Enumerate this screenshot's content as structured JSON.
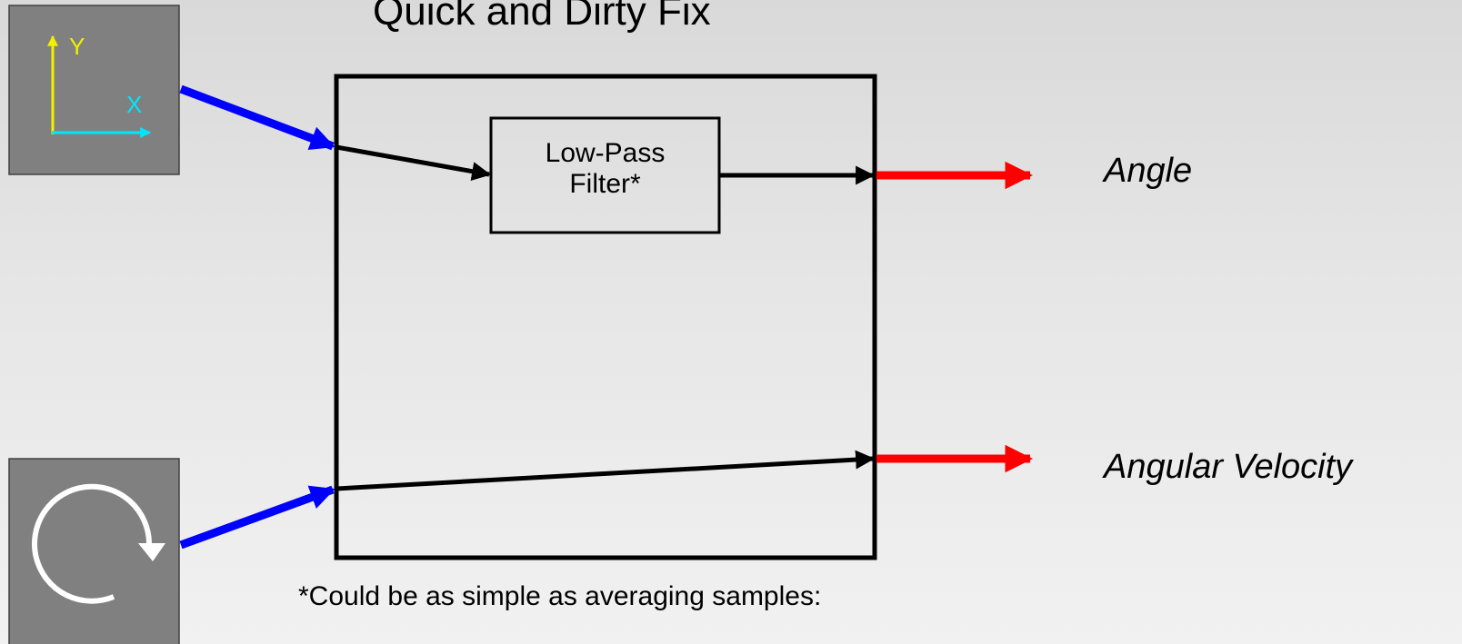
{
  "title": "Quick and Dirty Fix",
  "filter": {
    "line1": "Low-Pass",
    "line2": "Filter*"
  },
  "outputs": {
    "angle": "Angle",
    "angular_velocity": "Angular Velocity"
  },
  "accelerometer": {
    "y_label": "Y",
    "x_label": "X"
  },
  "footnote": "*Could be as simple as averaging samples:",
  "colors": {
    "input_arrow": "#0000ff",
    "output_arrow": "#ff0000",
    "sensor_box": "#808080",
    "y_axis": "#f0f000",
    "x_axis": "#00e6ff"
  },
  "icons": {
    "accelerometer": "xy-axes-icon",
    "gyroscope": "rotation-arrow-icon"
  }
}
